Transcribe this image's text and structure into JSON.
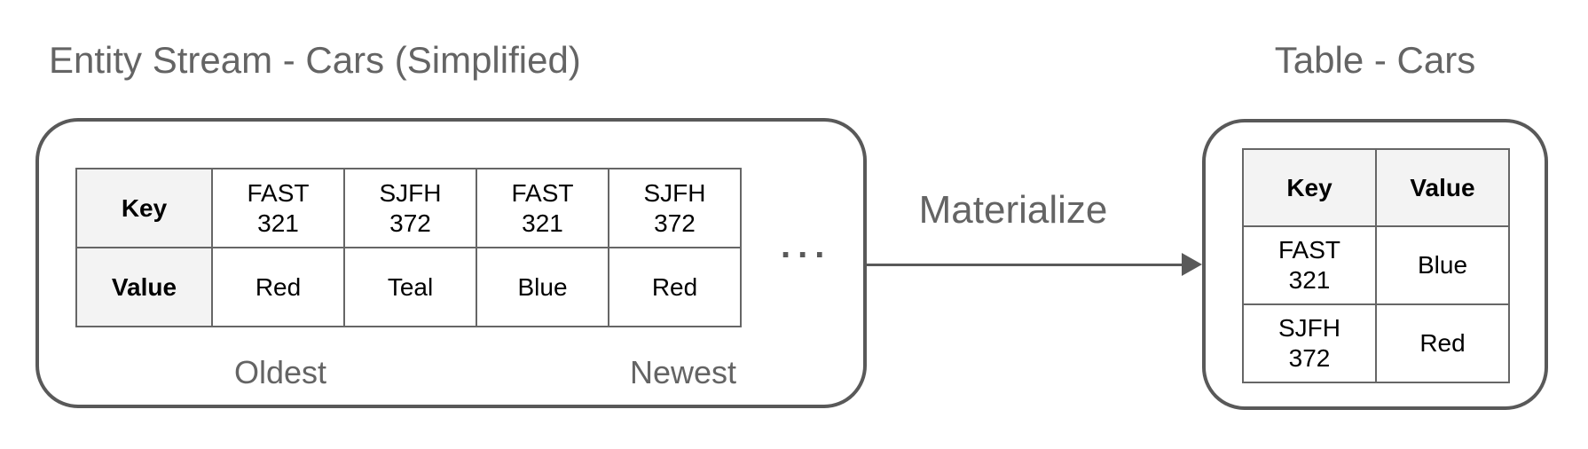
{
  "colors": {
    "label_gray": "#646464",
    "shape_border_gray": "#595959",
    "table_border_gray": "#666666",
    "header_cell_bg": "#f3f3f3",
    "cell_text": "#000000"
  },
  "left_panel": {
    "title": "Entity Stream - Cars (Simplified)",
    "stream_table": {
      "row_headers": [
        "Key",
        "Value"
      ],
      "entries": [
        {
          "key": "FAST\n321",
          "value": "Red"
        },
        {
          "key": "SJFH\n372",
          "value": "Teal"
        },
        {
          "key": "FAST\n321",
          "value": "Blue"
        },
        {
          "key": "SJFH\n372",
          "value": "Red"
        }
      ]
    },
    "ellipsis": "...",
    "oldest_label": "Oldest",
    "newest_label": "Newest"
  },
  "arrow": {
    "label": "Materialize"
  },
  "right_panel": {
    "title": "Table - Cars",
    "table": {
      "column_headers": [
        "Key",
        "Value"
      ],
      "rows": [
        {
          "key": "FAST\n321",
          "value": "Blue"
        },
        {
          "key": "SJFH\n372",
          "value": "Red"
        }
      ]
    }
  }
}
